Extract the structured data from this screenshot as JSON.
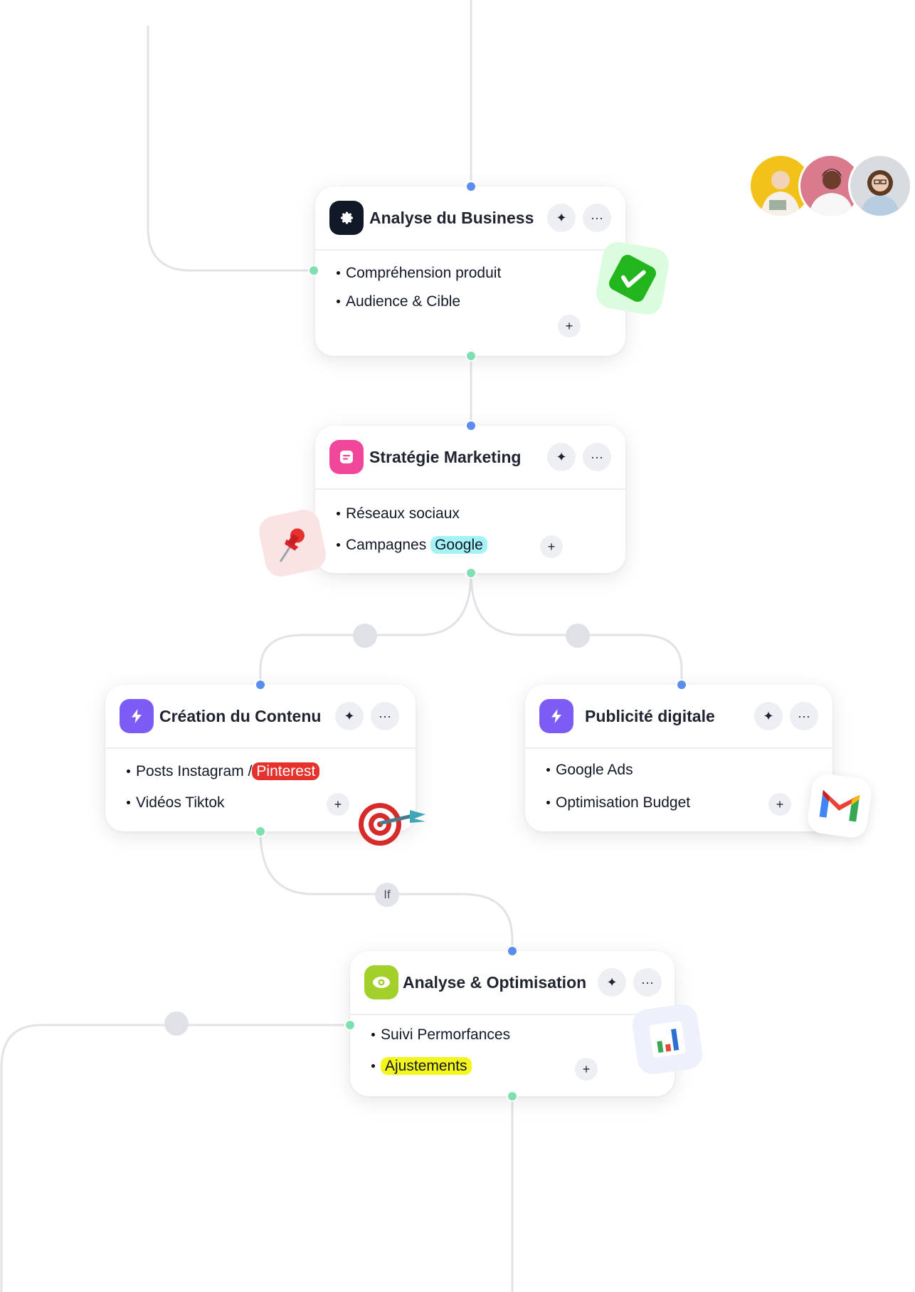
{
  "avatars": [
    {
      "name": "avatar-yellow",
      "bg": "#f2c21a"
    },
    {
      "name": "avatar-pink",
      "bg": "#d97b8c"
    },
    {
      "name": "avatar-grey",
      "bg": "#cfd3d8"
    }
  ],
  "nodes": {
    "analyse_business": {
      "title": "Analyse du Business",
      "icon": "gear-icon",
      "icon_color": "#111827",
      "items": [
        "Compréhension produit",
        "Audience & Cible"
      ]
    },
    "strategie_marketing": {
      "title": "Stratégie Marketing",
      "icon": "document-icon",
      "icon_color": "#f0479b",
      "items": [
        "Réseaux sociaux"
      ],
      "item2_text": "Campagnes",
      "item2_tag": "Google",
      "item2_tag_color": "#a5f3f7"
    },
    "creation_contenu": {
      "title": "Création du Contenu",
      "icon": "lightning-icon",
      "icon_color": "#7c5cf5",
      "item1_text": "Posts Instagram /",
      "item1_tag": "Pinterest",
      "item1_tag_color": "#e5322d",
      "items": [
        "Vidéos Tiktok"
      ]
    },
    "publicite_digitale": {
      "title": "Publicité digitale",
      "icon": "lightning-icon",
      "icon_color": "#7c5cf5",
      "items": [
        "Google Ads",
        "Optimisation Budget"
      ]
    },
    "analyse_optimisation": {
      "title": "Analyse & Optimisation",
      "icon": "eye-icon",
      "icon_color": "#a3cf2a",
      "items": [
        "Suivi Permorfances"
      ],
      "item2_tag": "Ajustements",
      "item2_tag_color": "#f4f51c"
    }
  },
  "connector_label": "If",
  "buttons": {
    "ai": "✦",
    "more": "···",
    "add": "+"
  }
}
